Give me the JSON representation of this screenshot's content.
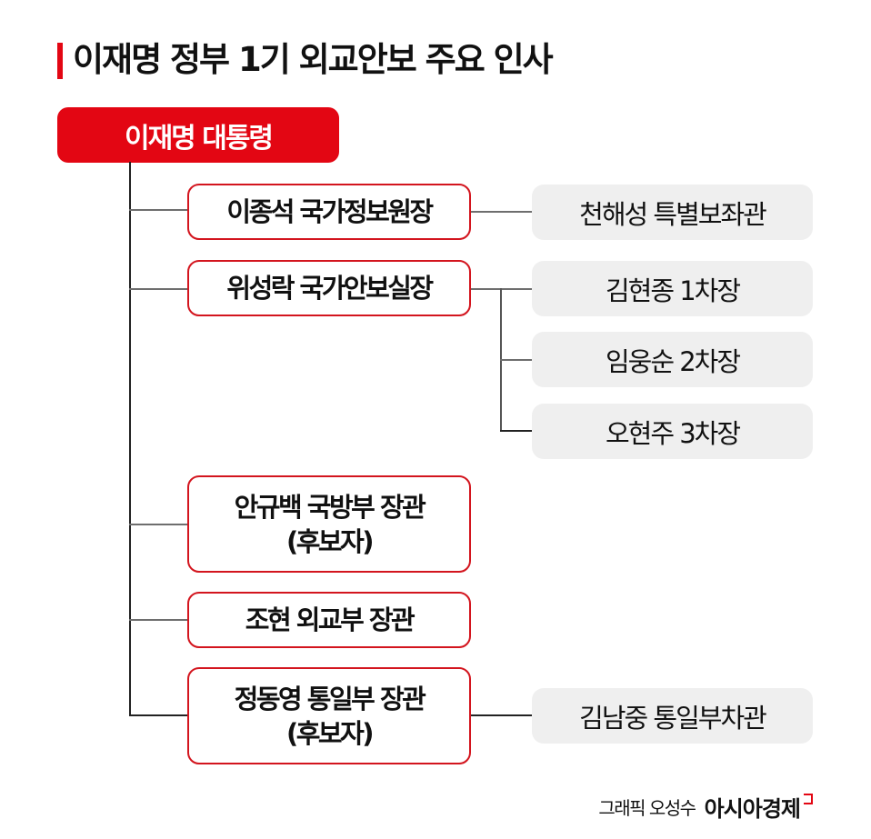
{
  "header": {
    "title": "이재명 정부 1기 외교안보 주요 인사",
    "accent_color": "#e30613"
  },
  "root": {
    "label": "이재명 대통령",
    "color": "#e30613"
  },
  "branches": [
    {
      "label_lines": [
        "이종석 국가정보원장"
      ],
      "children": [
        "천해성 특별보좌관"
      ]
    },
    {
      "label_lines": [
        "위성락 국가안보실장"
      ],
      "children": [
        "김현종 1차장",
        "임웅순 2차장",
        "오현주 3차장"
      ]
    },
    {
      "label_lines": [
        "안규백 국방부 장관",
        "(후보자)"
      ],
      "children": []
    },
    {
      "label_lines": [
        "조현 외교부 장관"
      ],
      "children": []
    },
    {
      "label_lines": [
        "정동영 통일부 장관",
        "(후보자)"
      ],
      "children": [
        "김남중 통일부차관"
      ]
    }
  ],
  "footer": {
    "credit": "그래픽 오성수",
    "brand": "아시아경제"
  }
}
